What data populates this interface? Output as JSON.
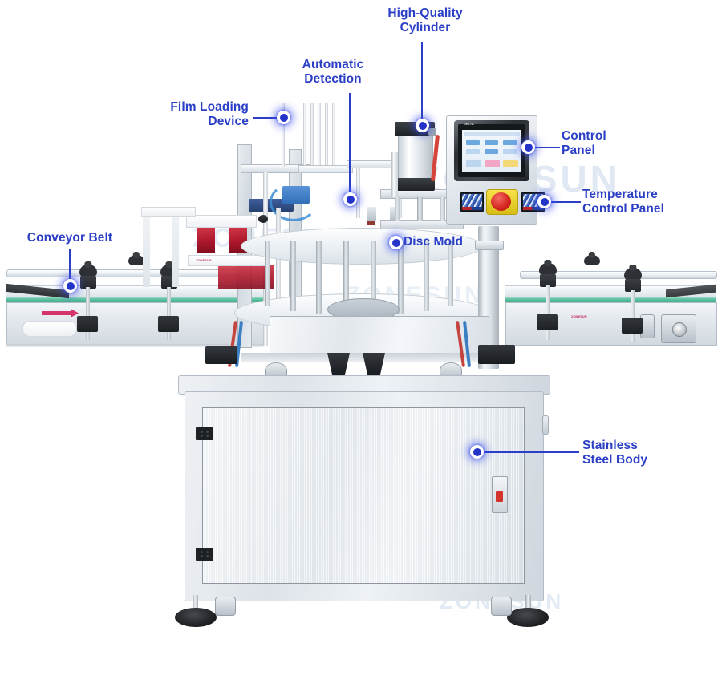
{
  "diagram": {
    "title": "Automatic Cup Filling Sealing Machine - Labeled Parts Diagram",
    "accent_color": "#2a3fc6",
    "marker_color": "#2433c8",
    "background": "#ffffff",
    "brand_watermark": "ZONESUN"
  },
  "callouts": [
    {
      "id": "high-quality-cylinder",
      "label": "High-Quality\nCylinder",
      "align": "center"
    },
    {
      "id": "automatic-detection",
      "label": "Automatic\nDetection",
      "align": "center"
    },
    {
      "id": "film-loading-device",
      "label": "Film Loading\nDevice",
      "align": "right"
    },
    {
      "id": "control-panel",
      "label": "Control\nPanel",
      "align": "left"
    },
    {
      "id": "temperature-control-panel",
      "label": "Temperature\nControl Panel",
      "align": "left"
    },
    {
      "id": "conveyor-belt",
      "label": "Conveyor Belt",
      "align": "center"
    },
    {
      "id": "disc-mold",
      "label": "Disc Mold",
      "align": "left"
    },
    {
      "id": "stainless-steel-body",
      "label": "Stainless\nSteel Body",
      "align": "left"
    }
  ],
  "machine": {
    "hmi": {
      "brand": "DELTA",
      "screen_rows": [
        {
          "buttons": [
            "blue",
            "blue",
            "blue"
          ]
        },
        {
          "buttons": [
            "blue",
            "pale",
            "blue"
          ]
        },
        {
          "buttons": [
            "pale",
            "pink",
            "yellow"
          ]
        }
      ]
    },
    "controls": {
      "emergency_stop": "emergency-stop-button",
      "temperature_displays": 2
    },
    "cabinet": {
      "hinges": 2,
      "latch": "door-latch",
      "feet": 2,
      "casters": 2
    },
    "conveyor": {
      "belt_color": "#4eb492",
      "guide_clamps": 5,
      "direction_decal": "flow-arrow"
    }
  }
}
